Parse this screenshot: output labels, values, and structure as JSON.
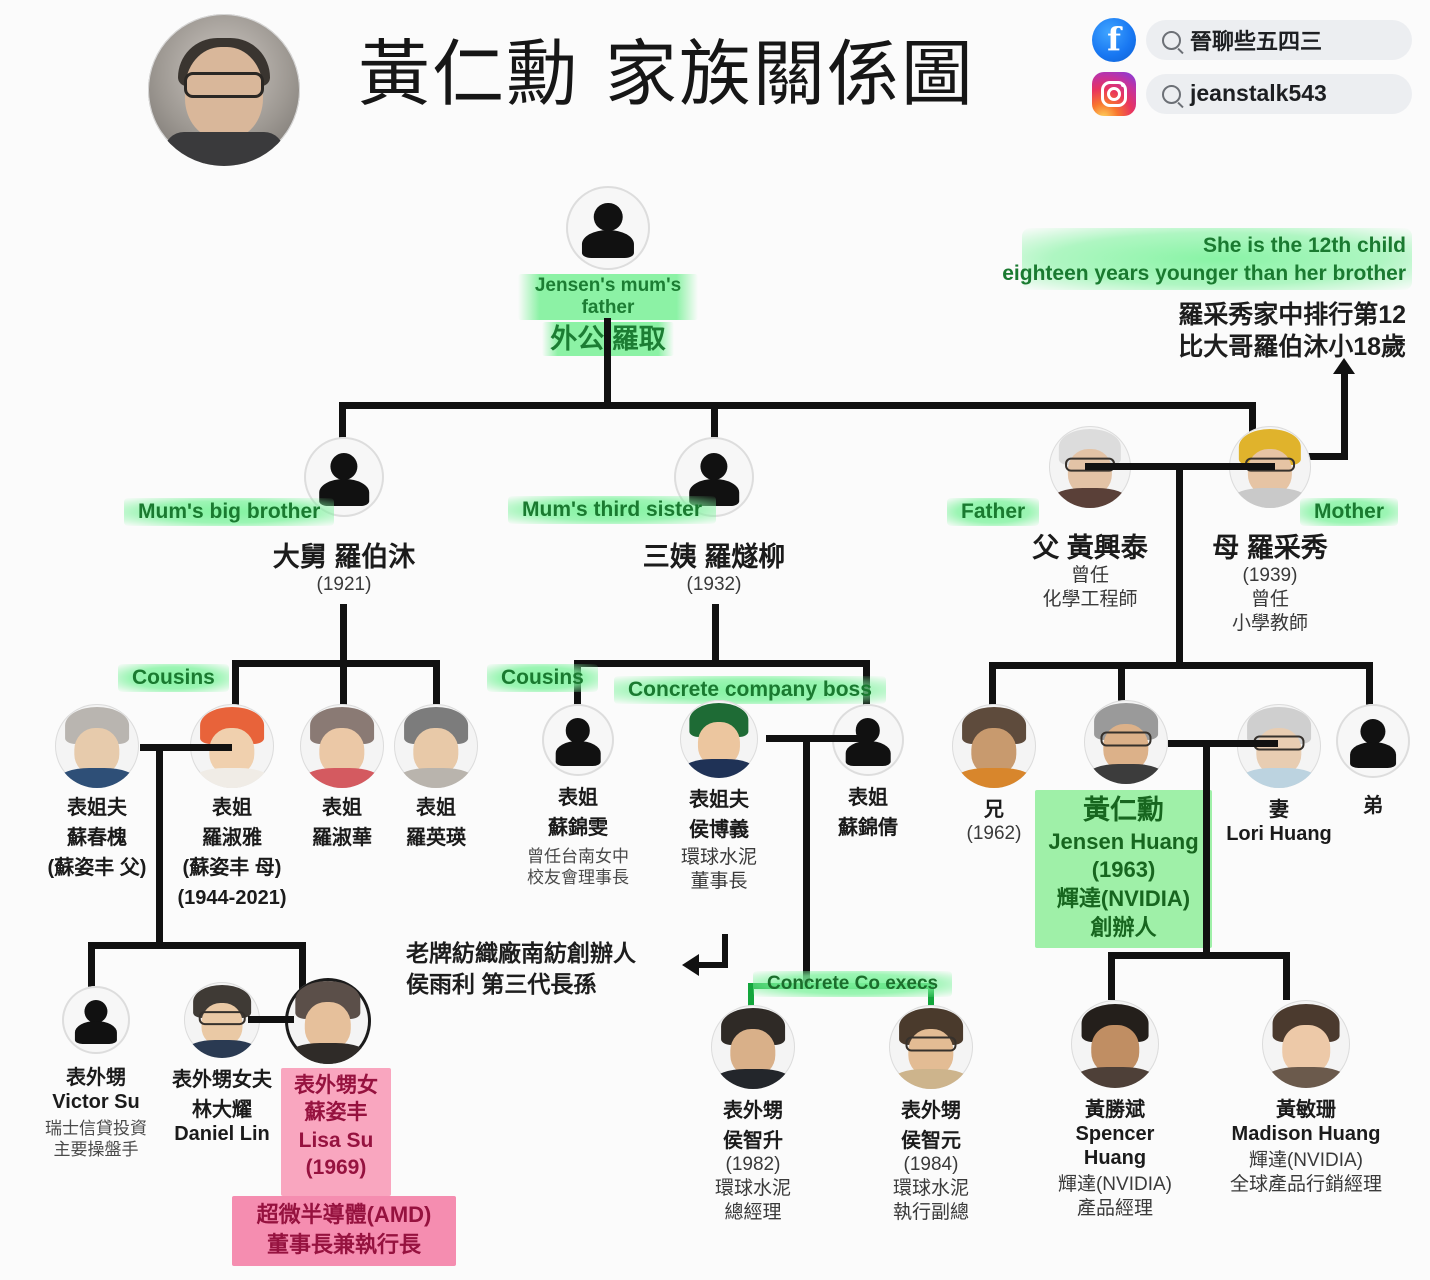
{
  "header": {
    "title": "黃仁勳 家族關係圖",
    "avatar_name": "jensen-huang-portrait"
  },
  "social": {
    "facebook": {
      "icon": "facebook-icon",
      "handle": "晉聊些五四三"
    },
    "instagram": {
      "icon": "instagram-icon",
      "handle": "jeanstalk543"
    },
    "search_icon": "search-icon"
  },
  "note_mother": {
    "en_line1": "She is the 12th child",
    "en_line2": "eighteen years younger than her brother",
    "zh_line1": "羅采秀家中排行第12",
    "zh_line2": "比大哥羅伯沐小18歲"
  },
  "note_textile": {
    "zh_line1": "老牌紡織廠南紡創辦人",
    "zh_line2": "侯雨利 第三代長孫"
  },
  "labels": {
    "grandfather_en": "Jensen's mum's father",
    "mums_big_brother": "Mum's big brother",
    "mums_third_sister": "Mum's third sister",
    "father_en": "Father",
    "mother_en": "Mother",
    "cousins_left": "Cousins",
    "cousins_mid": "Cousins",
    "concrete_boss": "Concrete company boss",
    "concrete_execs": "Concrete Co execs"
  },
  "people": {
    "grandfather": {
      "rel": "外公",
      "name": "羅取",
      "title_zh": "外公 羅取"
    },
    "big_uncle": {
      "rel": "大舅",
      "name": "羅伯沐",
      "title_zh": "大舅 羅伯沐",
      "year": "(1921)"
    },
    "third_aunt": {
      "rel": "三姨",
      "name": "羅燧柳",
      "title_zh": "三姨 羅燧柳",
      "year": "(1932)"
    },
    "father": {
      "title_zh": "父 黃興泰",
      "line2": "曾任",
      "line3": "化學工程師"
    },
    "mother": {
      "title_zh": "母 羅采秀",
      "year": "(1939)",
      "line2": "曾任",
      "line3": "小學教師"
    },
    "su_chunhuai": {
      "rel": "表姐夫",
      "name": "蘇春槐",
      "note1": "(蘇姿丰 父)"
    },
    "luo_shuya": {
      "rel": "表姐",
      "name": "羅淑雅",
      "note1": "(蘇姿丰 母)",
      "note2": "(1944-2021)"
    },
    "luo_shuhua": {
      "rel": "表姐",
      "name": "羅淑華"
    },
    "luo_yingying": {
      "rel": "表姐",
      "name": "羅英瑛"
    },
    "su_jinwen": {
      "rel": "表姐",
      "name": "蘇錦雯",
      "note1": "曾任台南女中",
      "note2": "校友會理事長"
    },
    "hou_boyi": {
      "rel": "表姐夫",
      "name": "侯博義",
      "note1": "環球水泥",
      "note2": "董事長"
    },
    "su_jinqian": {
      "rel": "表姐",
      "name": "蘇錦倩"
    },
    "brother": {
      "rel": "兄",
      "year": "(1962)"
    },
    "jensen": {
      "name_zh": "黃仁勳",
      "name_en": "Jensen Huang",
      "year": "(1963)",
      "company": "輝達(NVIDIA)",
      "role": "創辦人"
    },
    "wife": {
      "rel": "妻",
      "name_en": "Lori Huang"
    },
    "younger_brother": {
      "rel": "弟"
    },
    "victor_su": {
      "rel": "表外甥",
      "name_en": "Victor Su",
      "note1": "瑞士信貸投資",
      "note2": "主要操盤手"
    },
    "daniel_lin": {
      "rel": "表外甥女夫",
      "name_zh": "林大耀",
      "name_en": "Daniel Lin"
    },
    "lisa_su": {
      "rel": "表外甥女",
      "name_zh": "蘇姿丰",
      "name_en": "Lisa Su",
      "year": "(1969)",
      "company": "超微半導體(AMD)",
      "role": "董事長兼執行長"
    },
    "hou_zhisheng": {
      "rel": "表外甥",
      "name": "侯智升",
      "year": "(1982)",
      "company": "環球水泥",
      "role": "總經理"
    },
    "hou_zhiyuan": {
      "rel": "表外甥",
      "name": "侯智元",
      "year": "(1984)",
      "company": "環球水泥",
      "role": "執行副總"
    },
    "spencer": {
      "name_zh": "黃勝斌",
      "name_en": "Spencer Huang",
      "company": "輝達(NVIDIA)",
      "role": "產品經理"
    },
    "madison": {
      "name_zh": "黃敏珊",
      "name_en": "Madison Huang",
      "company": "輝達(NVIDIA)",
      "role": "全球產品行銷經理"
    }
  },
  "colors": {
    "highlight_green": "#9ff0a8",
    "highlight_green_text": "#17661f",
    "highlight_pink": "#f9a6bf",
    "highlight_pink_text": "#96123f",
    "line": "#111111",
    "green_line": "#13a63c",
    "background": "#fbfbfb"
  }
}
